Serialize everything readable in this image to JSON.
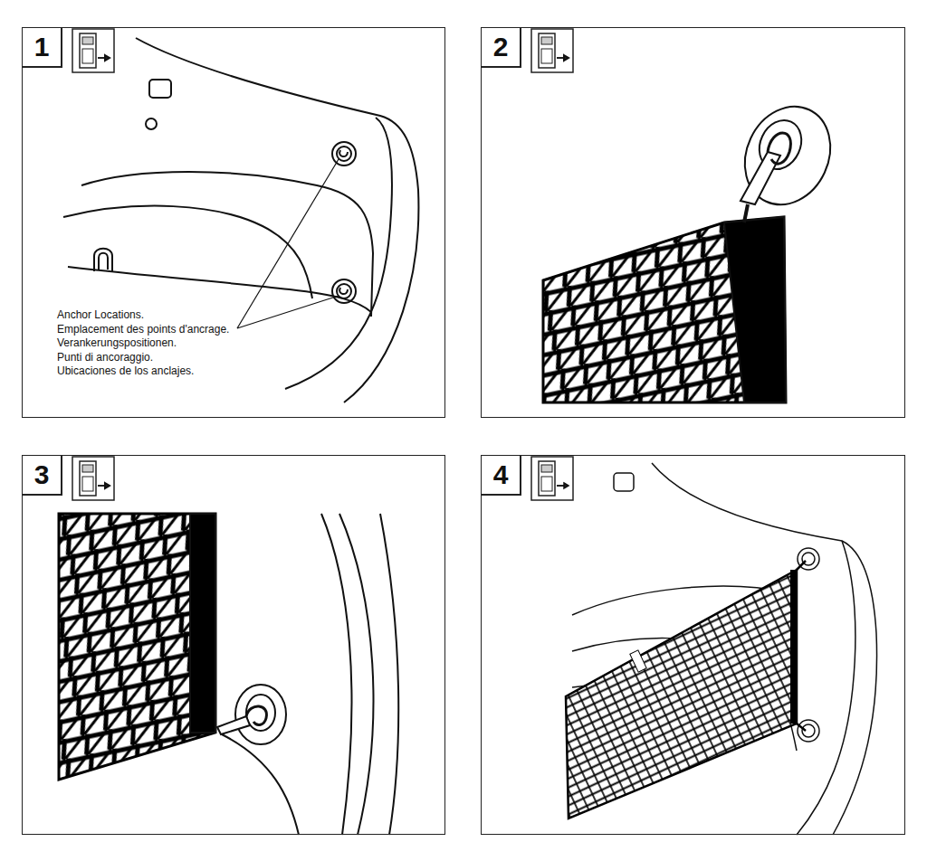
{
  "diagram": {
    "nodes": [
      {
        "text": [
          "1",
          "Anchor Locations.",
          "Emplacement des points d'ancrage.",
          "Verankerungspositionen.",
          "Punti di ancoraggio.",
          "Ubicaciones de los anclajes."
        ]
      },
      {
        "text": [
          "2"
        ]
      },
      {
        "text": [
          "3"
        ]
      },
      {
        "text": [
          "4"
        ]
      }
    ]
  }
}
